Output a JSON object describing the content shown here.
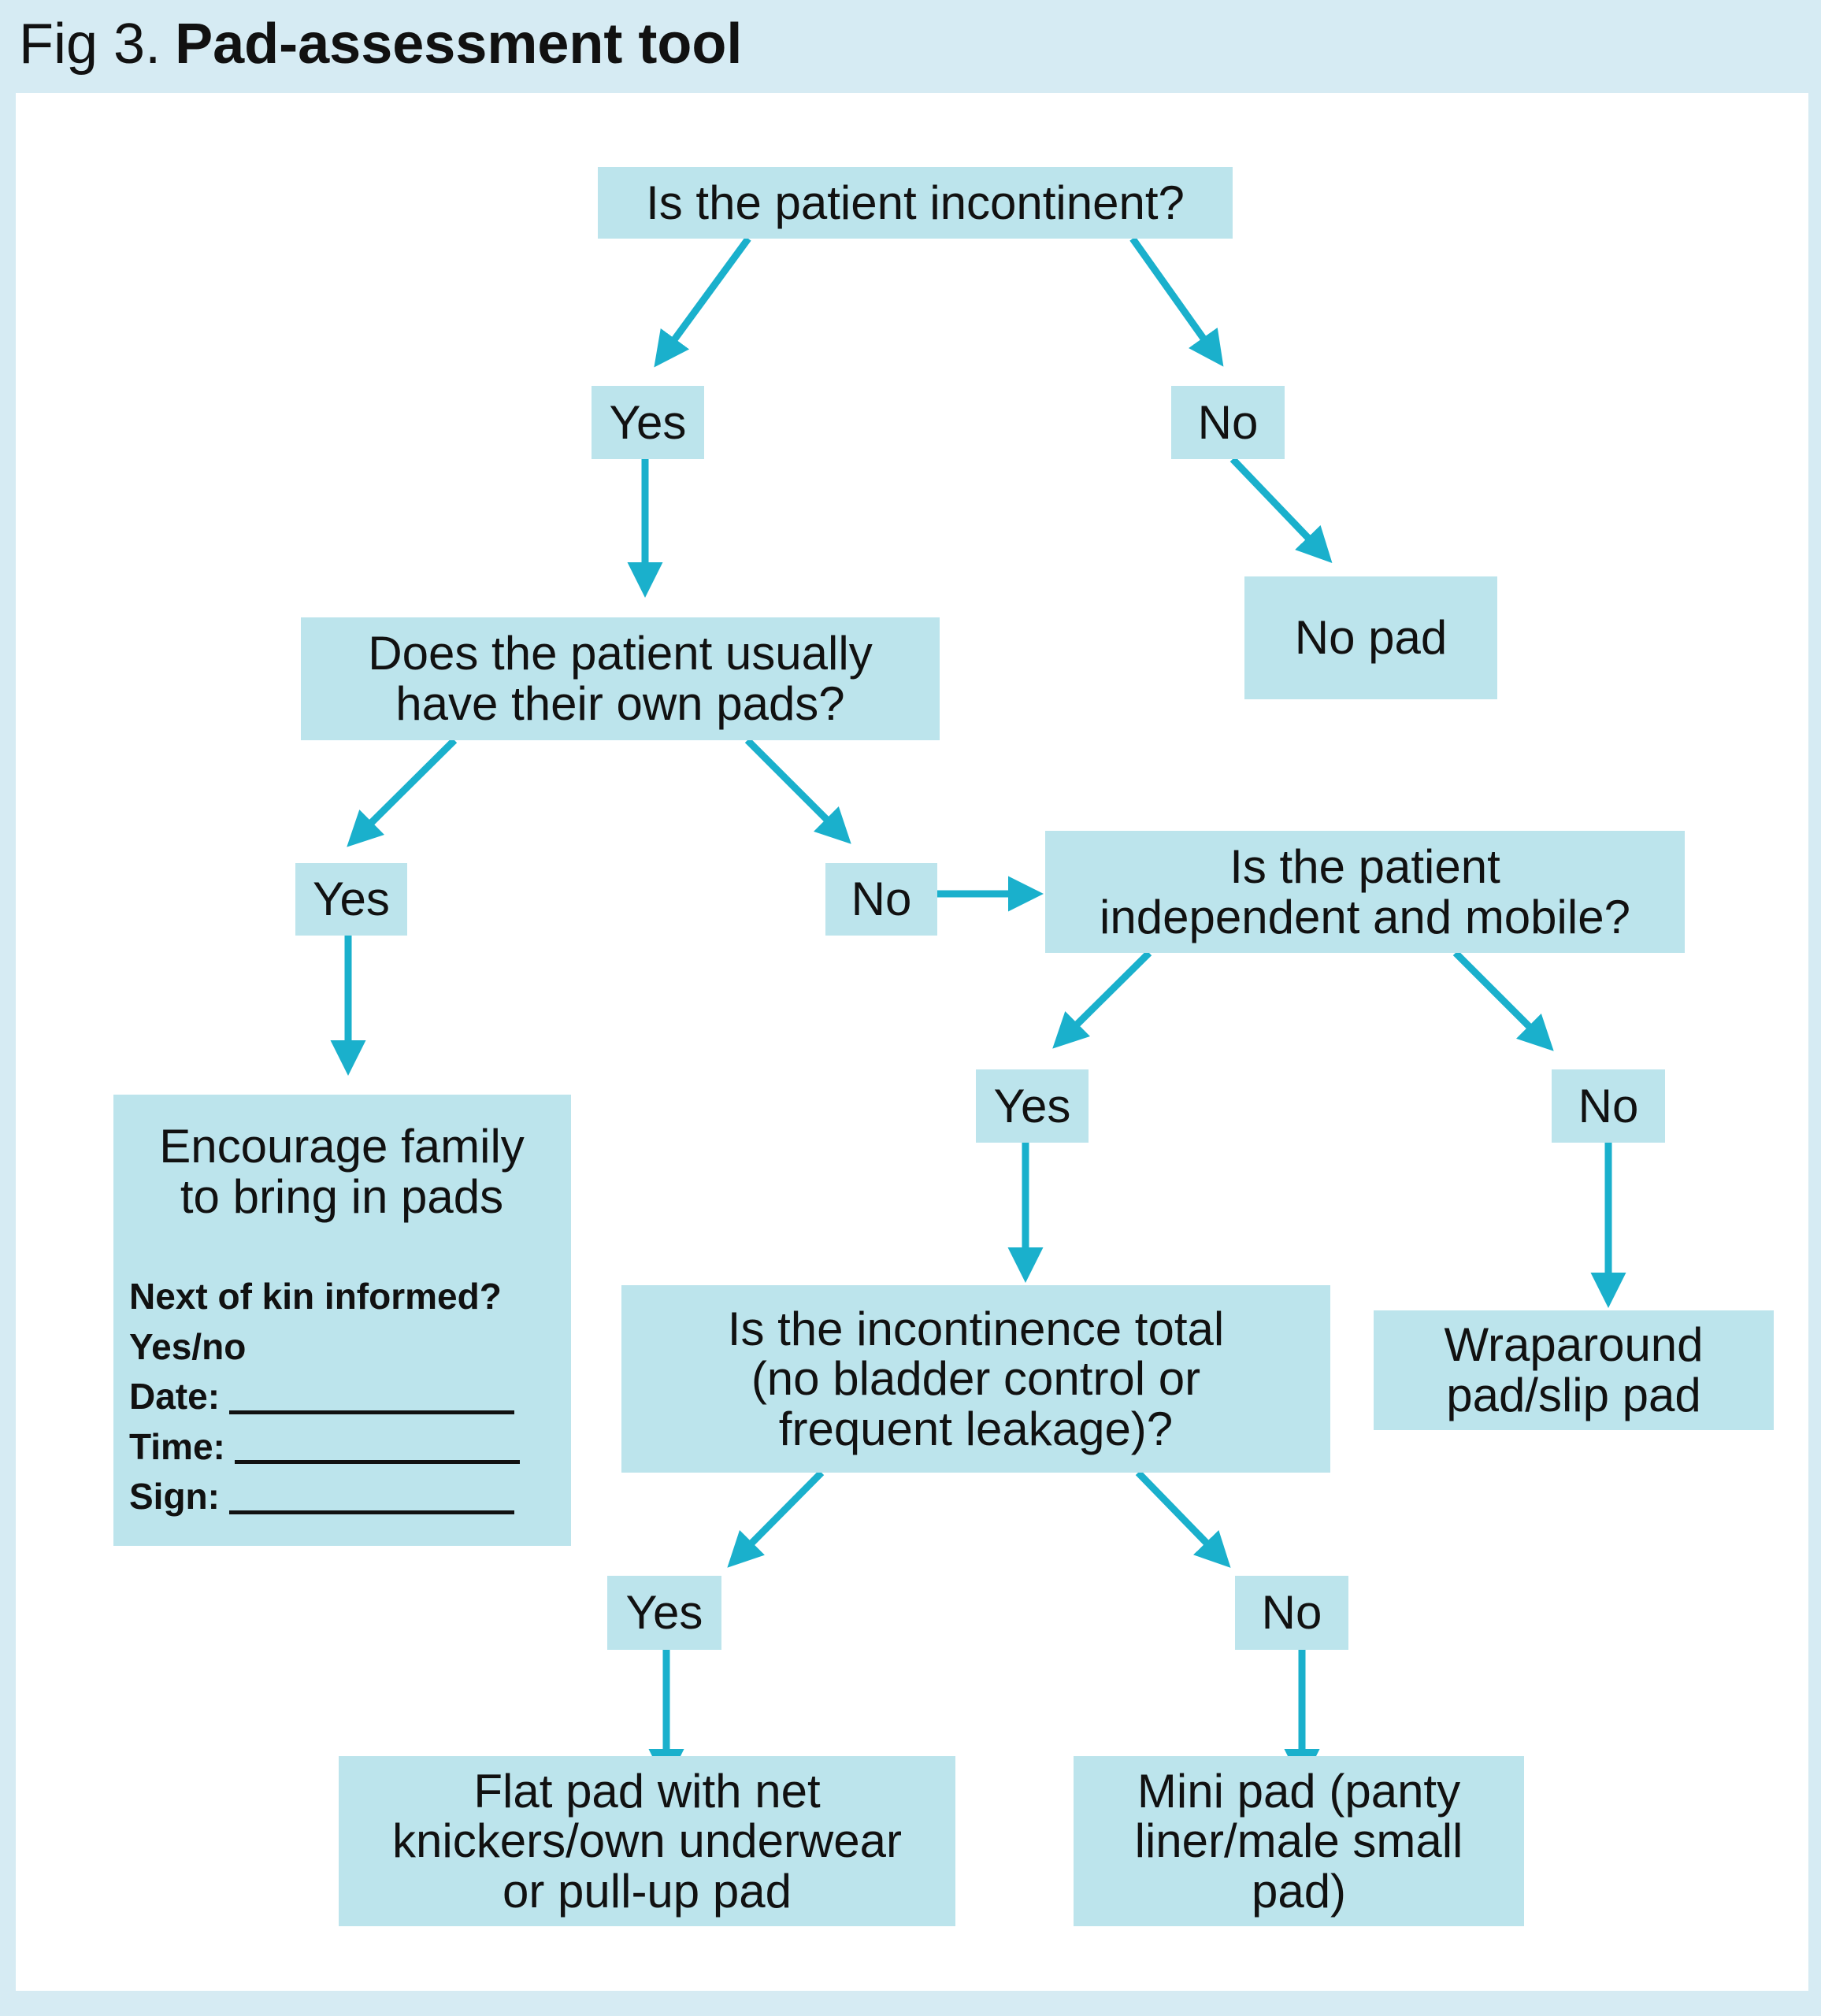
{
  "header": {
    "fig_number": "Fig 3.",
    "title": "Pad-assessment tool"
  },
  "colors": {
    "background": "#d6ebf3",
    "box_fill": "#bce4ec",
    "arrow": "#1ab0cc"
  },
  "nodes": {
    "q_incontinent": "Is the patient incontinent?",
    "yes_1": "Yes",
    "no_1": "No",
    "no_pad": "No pad",
    "q_own_pads": "Does the patient usually\nhave their own pads?",
    "yes_2": "Yes",
    "no_2": "No",
    "q_mobile": "Is the patient\nindependent and mobile?",
    "encourage": {
      "title": "Encourage family\nto bring in pads",
      "next_of_kin": "Next of kin informed?",
      "yes_no": "Yes/no",
      "date_label": "Date:",
      "time_label": "Time:",
      "sign_label": "Sign:"
    },
    "yes_3": "Yes",
    "no_3": "No",
    "q_total": "Is the incontinence total\n(no bladder control or\nfrequent leakage)?",
    "wraparound": "Wraparound\npad/slip pad",
    "yes_4": "Yes",
    "no_4": "No",
    "flat_pad": "Flat pad with net\nknickers/own underwear\nor pull-up pad",
    "mini_pad": "Mini pad (panty\nliner/male small\npad)"
  }
}
